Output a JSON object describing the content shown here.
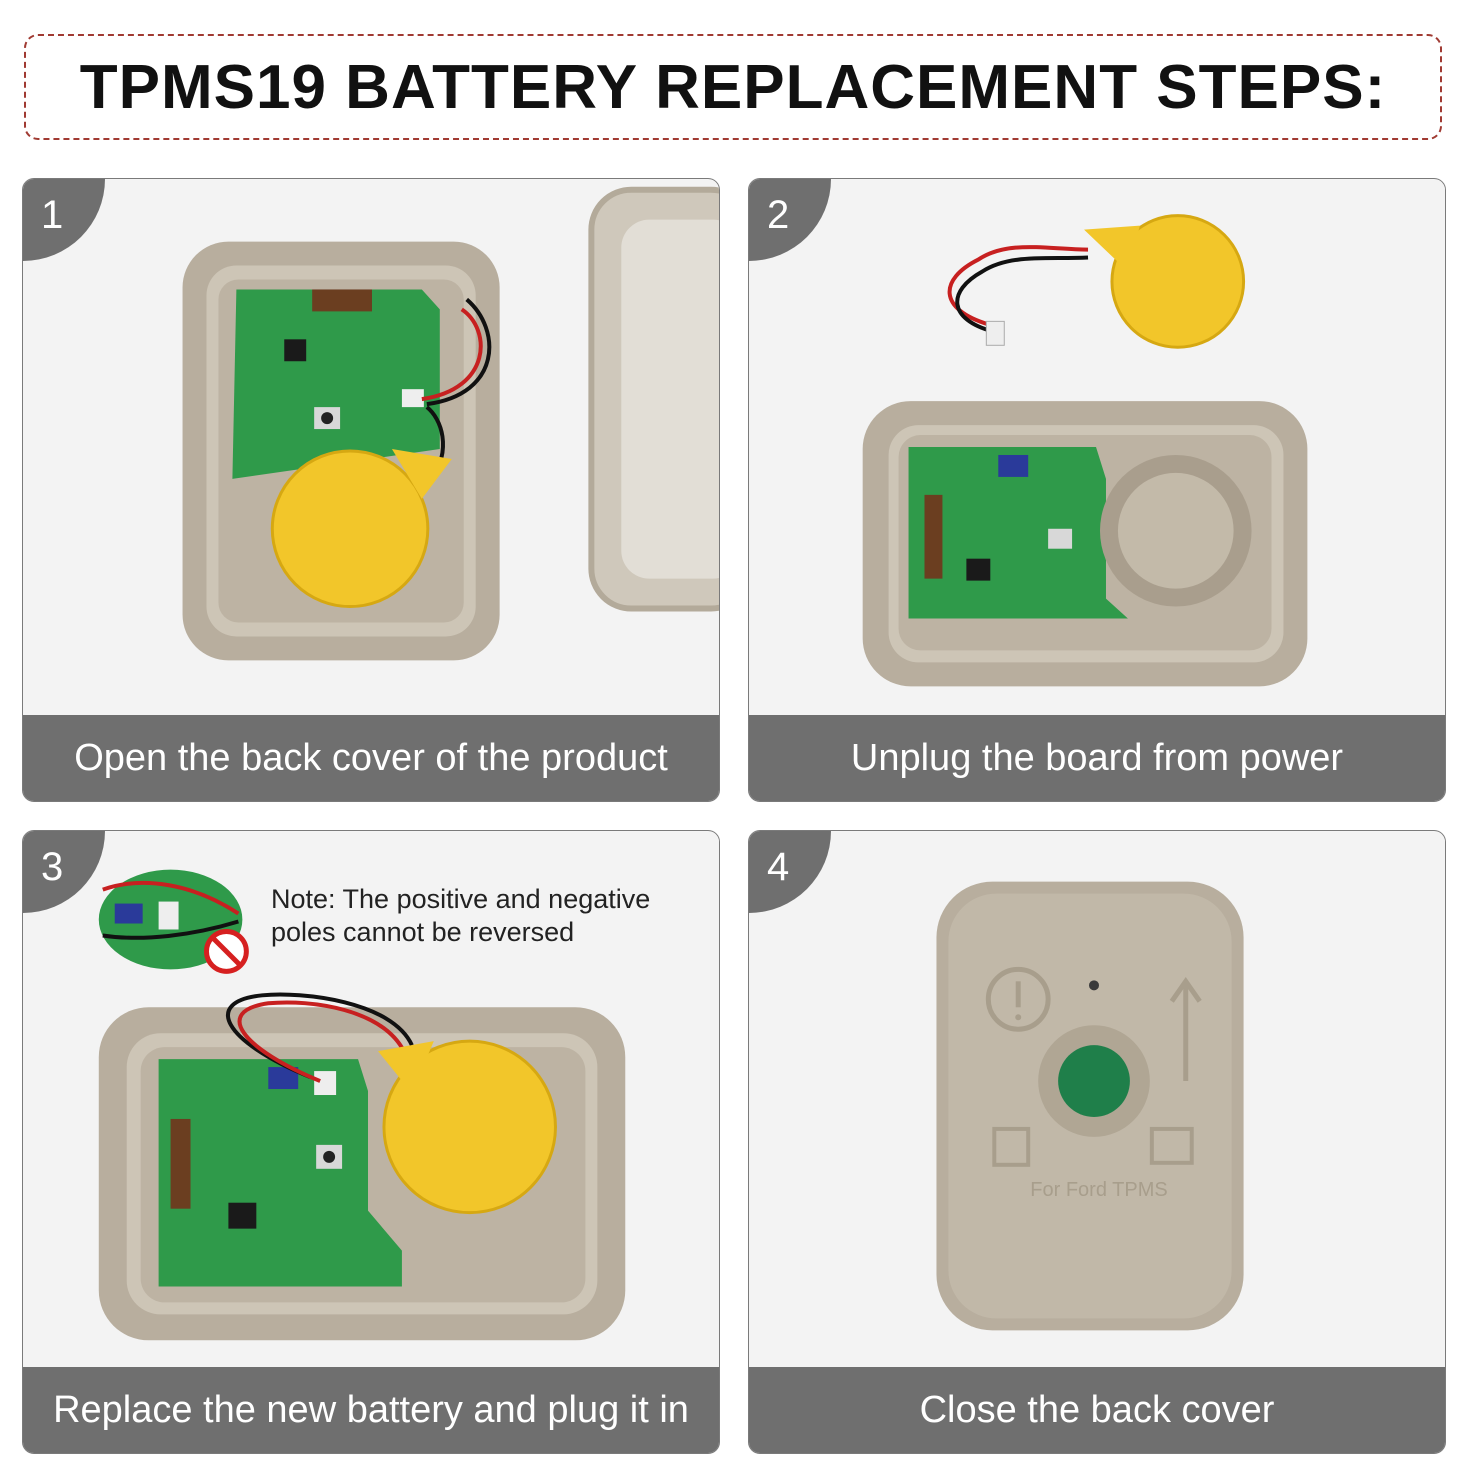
{
  "title": "TPMS19 BATTERY REPLACEMENT STEPS:",
  "steps": [
    {
      "number": "1",
      "caption": "Open the back cover of the product"
    },
    {
      "number": "2",
      "caption": "Unplug the board from power"
    },
    {
      "number": "3",
      "caption": "Replace the new battery and plug it in",
      "note": "Note: The positive and negative poles cannot be reversed"
    },
    {
      "number": "4",
      "caption": "Close the back cover"
    }
  ],
  "device_text": {
    "brand": "For Ford TPMS"
  },
  "colors": {
    "caption_bg": "#6f6f6f",
    "title_border": "#a03a32",
    "housing": "#b8ae9e",
    "pcb": "#2f9a4a",
    "battery": "#f2c62a",
    "button": "#1f7f4a"
  }
}
